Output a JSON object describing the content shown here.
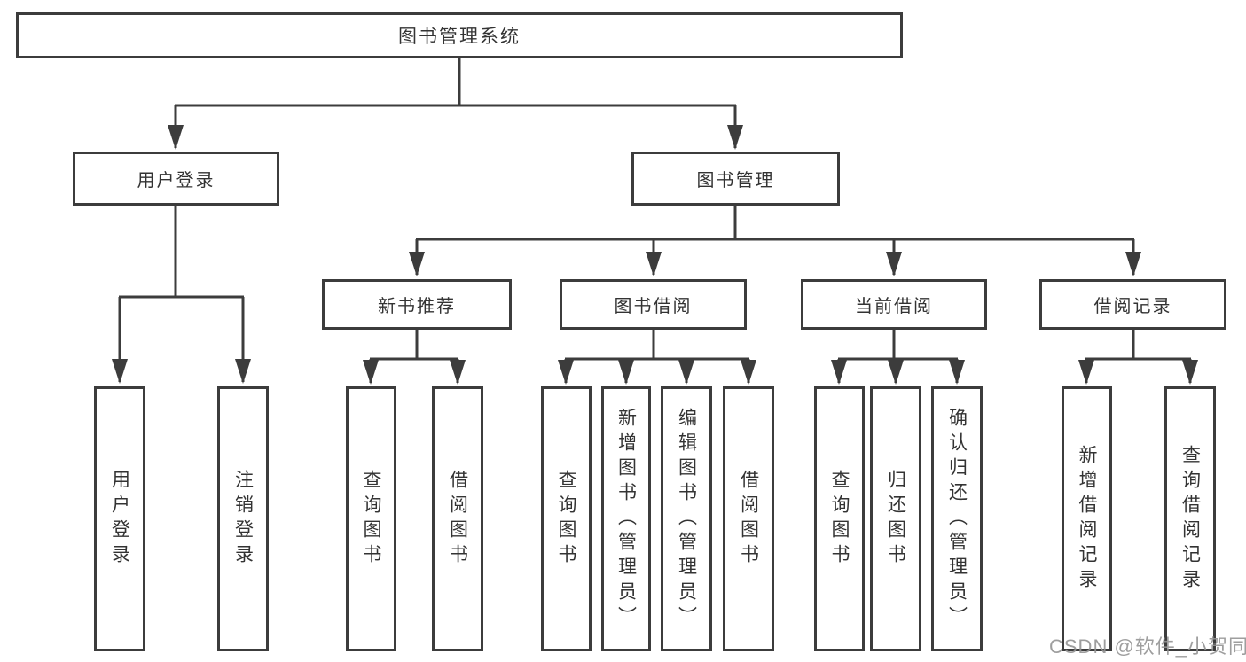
{
  "diagram": {
    "title_node": {
      "label": "图书管理系统"
    },
    "level1": [
      {
        "label": "用户登录"
      },
      {
        "label": "图书管理"
      }
    ],
    "level2": [
      {
        "label": "新书推荐"
      },
      {
        "label": "图书借阅"
      },
      {
        "label": "当前借阅"
      },
      {
        "label": "借阅记录"
      }
    ],
    "leaves": [
      {
        "label": "用户登录"
      },
      {
        "label": "注销登录"
      },
      {
        "label": "查询图书"
      },
      {
        "label": "借阅图书"
      },
      {
        "label": "查询图书"
      },
      {
        "label": "新增图书（管理员）"
      },
      {
        "label": "编辑图书（管理员）"
      },
      {
        "label": "借阅图书"
      },
      {
        "label": "查询图书"
      },
      {
        "label": "归还图书"
      },
      {
        "label": "确认归还（管理员）"
      },
      {
        "label": "新增借阅记录"
      },
      {
        "label": "查询借阅记录"
      }
    ],
    "colors": {
      "line": "#3c3c3c",
      "text": "#333333",
      "watermark": "#949494"
    }
  },
  "watermark": {
    "text": "CSDN @软件_小贺同学"
  }
}
